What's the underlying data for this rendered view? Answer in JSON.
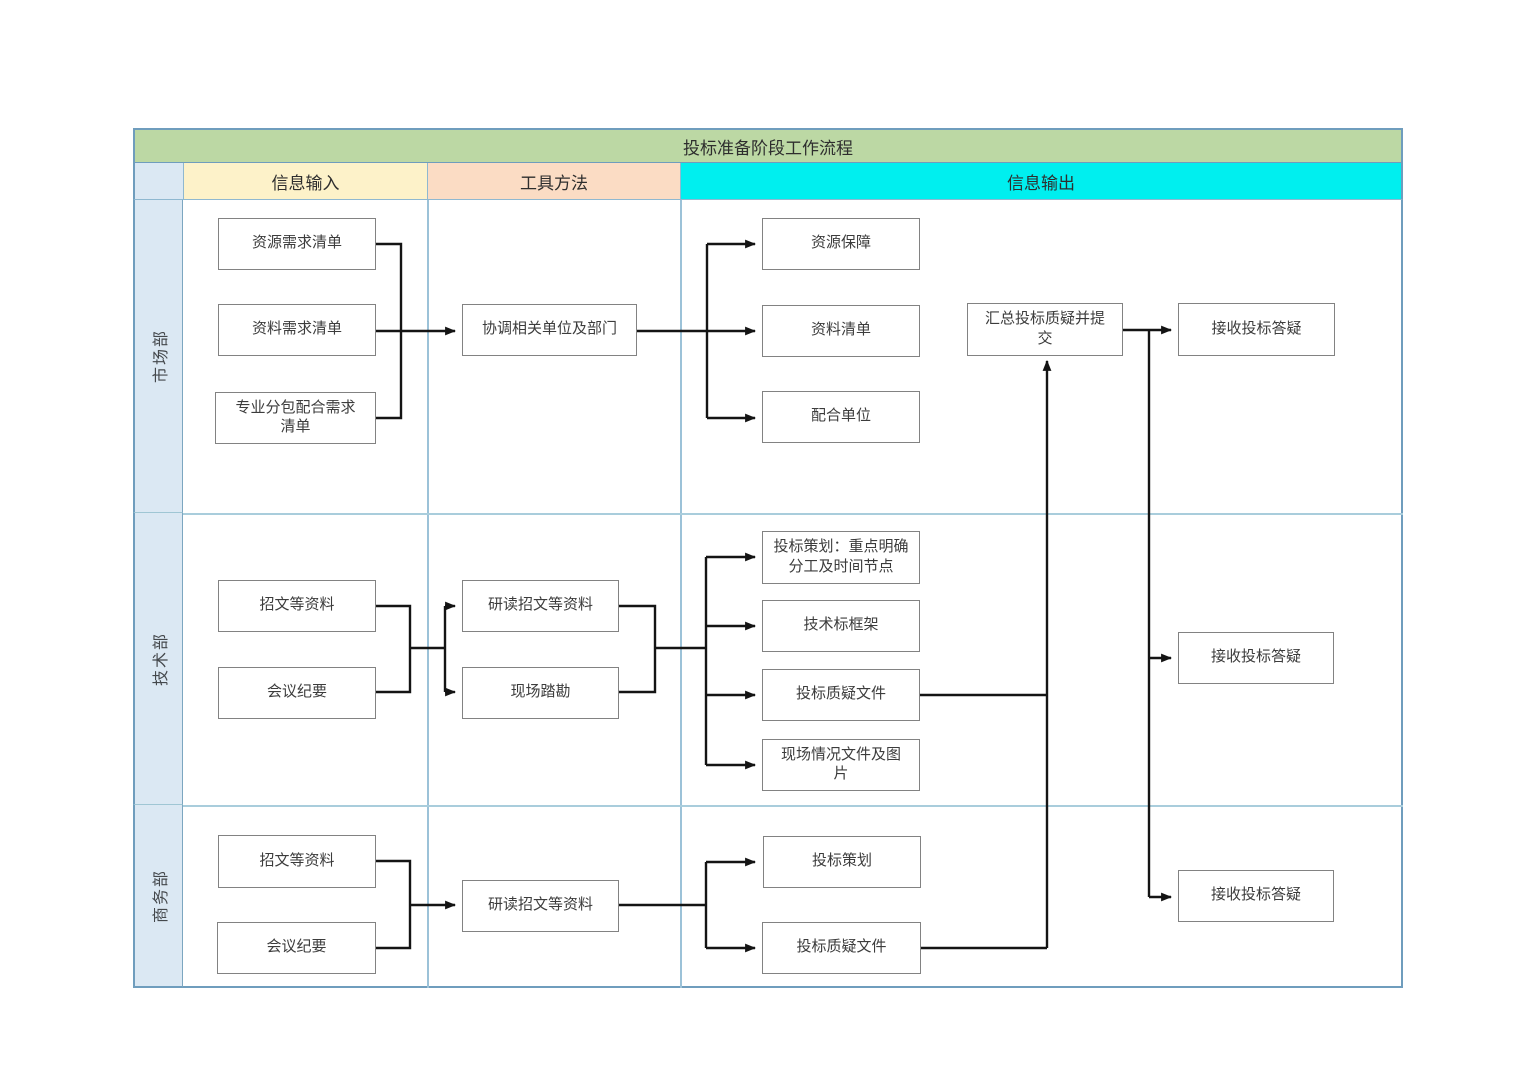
{
  "title": "投标准备阶段工作流程",
  "headers": {
    "input": "信息输入",
    "tool": "工具方法",
    "output": "信息输出"
  },
  "lanes": {
    "marketing": {
      "label": "市场部",
      "inputs": [
        "资源需求清单",
        "资料需求清单",
        "专业分包配合需求清单"
      ],
      "tool": "协调相关单位及部门",
      "outputs": [
        "资源保障",
        "资料清单",
        "配合单位"
      ],
      "summary": "汇总投标质疑并提交",
      "receive": "接收投标答疑"
    },
    "technical": {
      "label": "技术部",
      "inputs": [
        "招文等资料",
        "会议纪要"
      ],
      "tools": [
        "研读招文等资料",
        "现场踏勘"
      ],
      "outputs": [
        "投标策划：重点明确分工及时间节点",
        "技术标框架",
        "投标质疑文件",
        "现场情况文件及图片"
      ],
      "receive": "接收投标答疑"
    },
    "commerce": {
      "label": "商务部",
      "inputs": [
        "招文等资料",
        "会议纪要"
      ],
      "tool": "研读招文等资料",
      "outputs": [
        "投标策划",
        "投标质疑文件"
      ],
      "receive": "接收投标答疑"
    }
  },
  "colors": {
    "title_bg": "#bcd8a4",
    "input_header_bg": "#fdf2c9",
    "tool_header_bg": "#fbdcc4",
    "output_header_bg": "#00efef",
    "lane_label_bg": "#dbe8f3",
    "grid_line": "#7ca6c0",
    "node_border": "#828282",
    "connector": "#141414"
  }
}
